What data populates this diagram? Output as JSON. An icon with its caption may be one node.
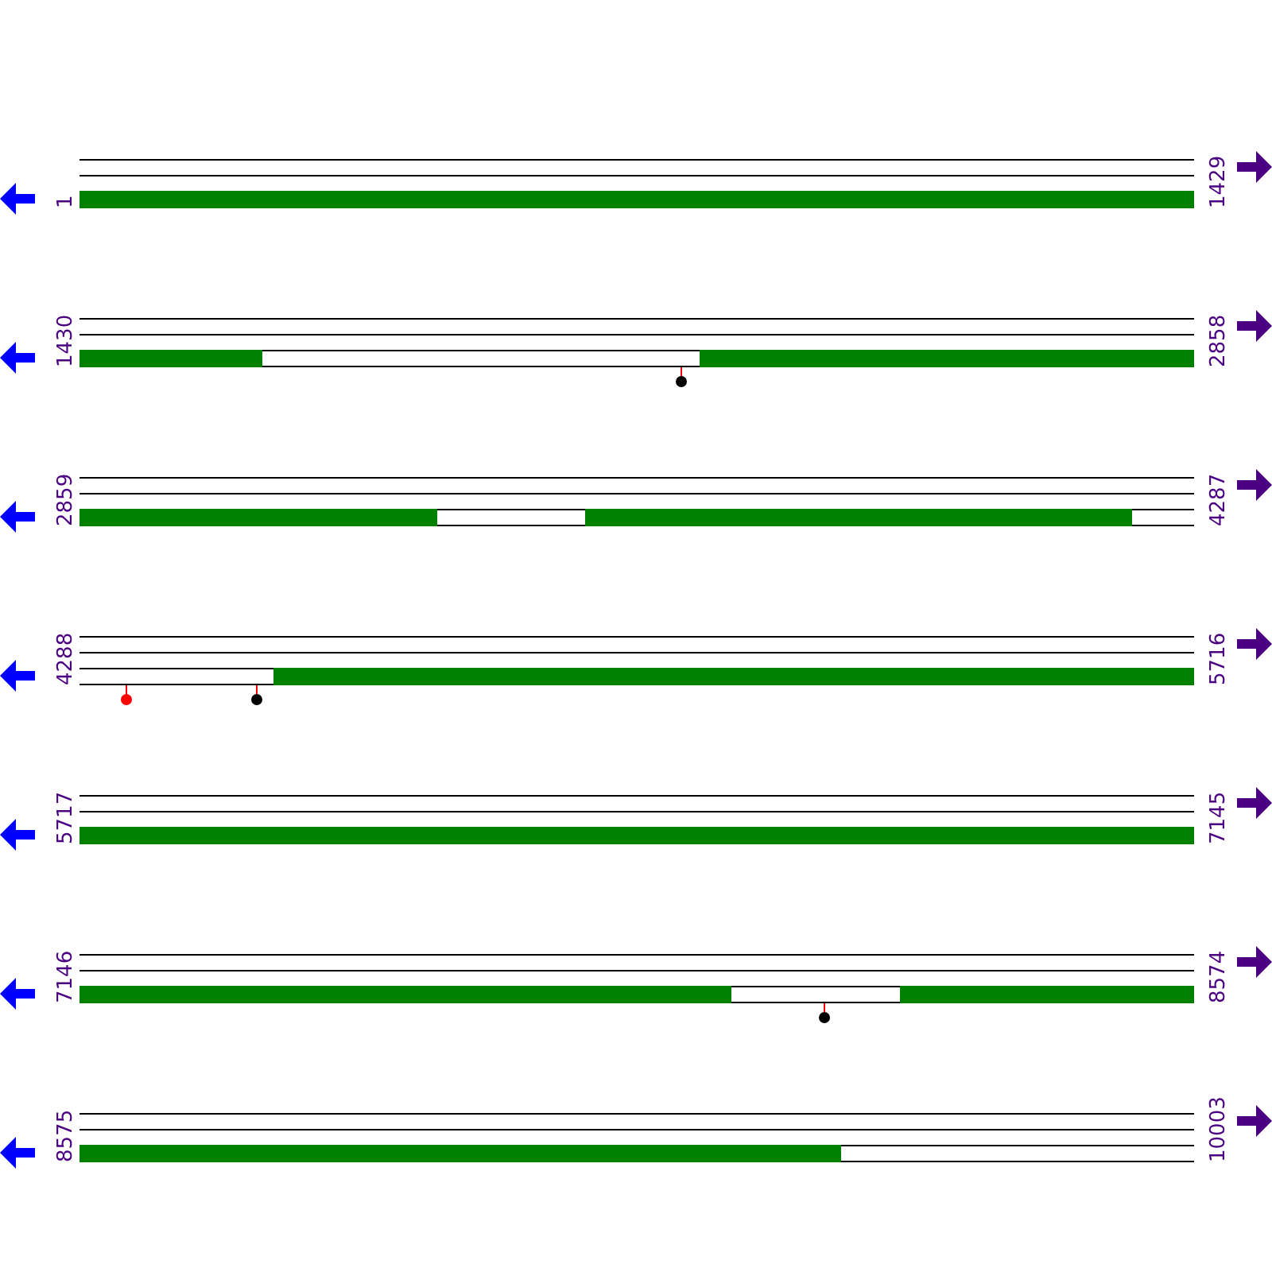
{
  "diagram": {
    "labels": [
      "1",
      "1429",
      "1430",
      "2858",
      "2859",
      "4287",
      "4288",
      "5716",
      "5717",
      "7145",
      "7146",
      "8574",
      "8575",
      "10003"
    ]
  }
}
